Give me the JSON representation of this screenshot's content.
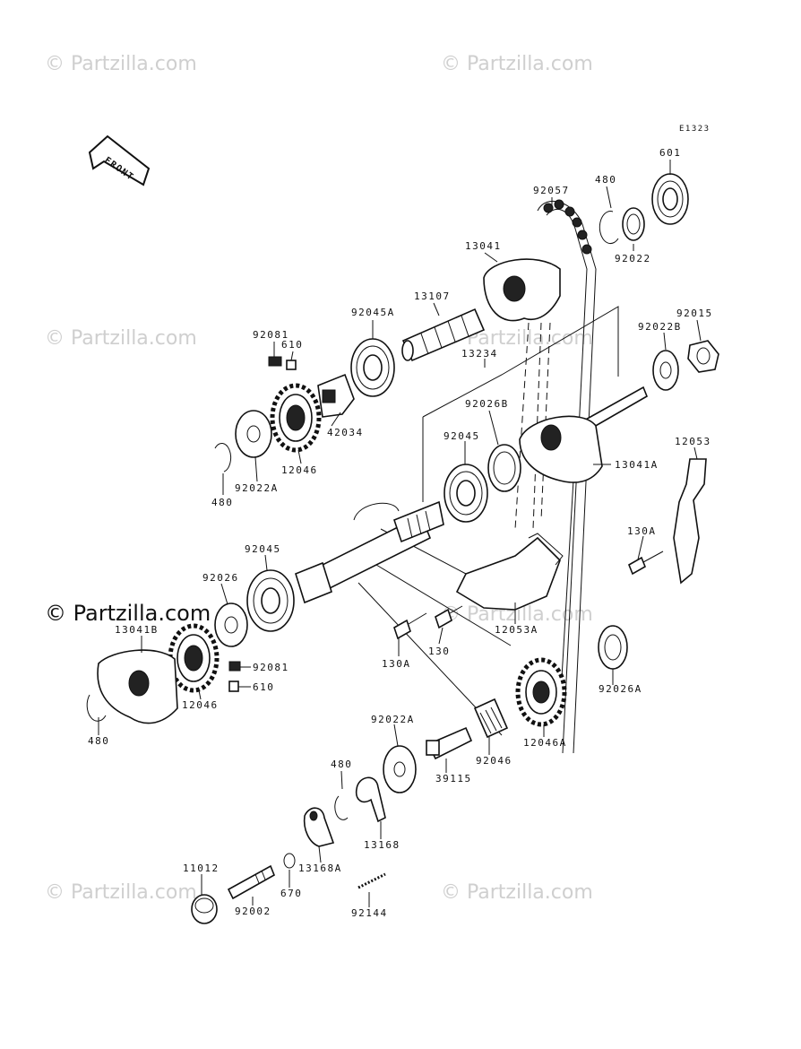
{
  "figure_code": "E1323",
  "front_label": "FRONT",
  "watermark": "© Partzilla.com",
  "watermark_prominent": "© Partzilla.com",
  "parts": [
    {
      "id": "601",
      "label": "601"
    },
    {
      "id": "480-top",
      "label": "480"
    },
    {
      "id": "92057",
      "label": "92057"
    },
    {
      "id": "92022",
      "label": "92022"
    },
    {
      "id": "13041",
      "label": "13041"
    },
    {
      "id": "13107",
      "label": "13107"
    },
    {
      "id": "92045A",
      "label": "92045A"
    },
    {
      "id": "92081-top",
      "label": "92081"
    },
    {
      "id": "610-top",
      "label": "610"
    },
    {
      "id": "92022B",
      "label": "92022B"
    },
    {
      "id": "92015",
      "label": "92015"
    },
    {
      "id": "13234",
      "label": "13234"
    },
    {
      "id": "42034",
      "label": "42034"
    },
    {
      "id": "92026B",
      "label": "92026B"
    },
    {
      "id": "92045-mid",
      "label": "92045"
    },
    {
      "id": "12046-top",
      "label": "12046"
    },
    {
      "id": "92022A-top",
      "label": "92022A"
    },
    {
      "id": "480-left",
      "label": "480"
    },
    {
      "id": "13041A",
      "label": "13041A"
    },
    {
      "id": "12053",
      "label": "12053"
    },
    {
      "id": "92045-low",
      "label": "92045"
    },
    {
      "id": "92026",
      "label": "92026"
    },
    {
      "id": "130A-right",
      "label": "130A"
    },
    {
      "id": "13041B",
      "label": "13041B"
    },
    {
      "id": "12053A",
      "label": "12053A"
    },
    {
      "id": "130A-mid",
      "label": "130A"
    },
    {
      "id": "130",
      "label": "130"
    },
    {
      "id": "92081-low",
      "label": "92081"
    },
    {
      "id": "610-low",
      "label": "610"
    },
    {
      "id": "12046-low",
      "label": "12046"
    },
    {
      "id": "92026A",
      "label": "92026A"
    },
    {
      "id": "480-bottom-left",
      "label": "480"
    },
    {
      "id": "92022A-low",
      "label": "92022A"
    },
    {
      "id": "12046A",
      "label": "12046A"
    },
    {
      "id": "92046",
      "label": "92046"
    },
    {
      "id": "39115",
      "label": "39115"
    },
    {
      "id": "480-low",
      "label": "480"
    },
    {
      "id": "13168",
      "label": "13168"
    },
    {
      "id": "13168A",
      "label": "13168A"
    },
    {
      "id": "11012",
      "label": "11012"
    },
    {
      "id": "670",
      "label": "670"
    },
    {
      "id": "92002",
      "label": "92002"
    },
    {
      "id": "92144",
      "label": "92144"
    }
  ]
}
